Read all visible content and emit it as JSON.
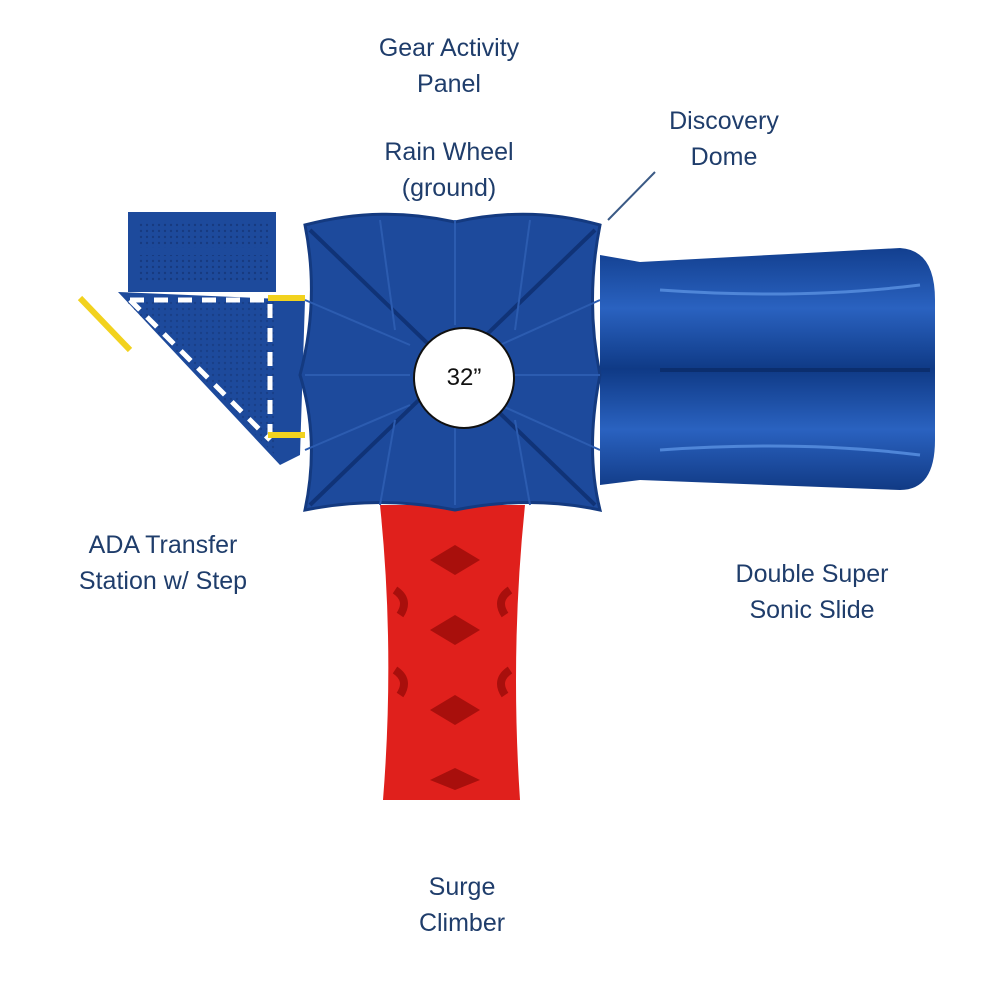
{
  "labels": {
    "gear_activity_panel": [
      "Gear Activity",
      "Panel"
    ],
    "rain_wheel": [
      "Rain Wheel",
      "(ground)"
    ],
    "discovery_dome": [
      "Discovery",
      "Dome"
    ],
    "ada_transfer": [
      "ADA Transfer",
      "Station w/ Step"
    ],
    "double_slide": [
      "Double Super",
      "Sonic Slide"
    ],
    "surge_climber": [
      "Surge",
      "Climber"
    ]
  },
  "deck_dimension": "32”",
  "colors": {
    "label": "#1f3d6b",
    "blue": "#1d4a9c",
    "red": "#e0201c",
    "yellow": "#f2d21e"
  }
}
